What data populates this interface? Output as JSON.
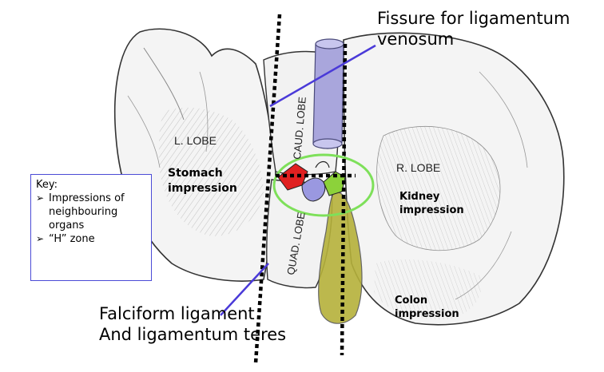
{
  "callouts": {
    "fissure_line1": "Fissure for ligamentum",
    "fissure_line2": "venosum",
    "falciform_line1": "Falciform ligament",
    "falciform_line2": "And ligamentum teres"
  },
  "lobes": {
    "left": "L. LOBE",
    "caudate": "CAUD. LOBE",
    "quadrate": "QUAD. LOBE",
    "right": "R. LOBE"
  },
  "impressions": {
    "stomach_1": "Stomach",
    "stomach_2": "impression",
    "kidney_1": "Kidney",
    "kidney_2": "impression",
    "colon_1": "Colon",
    "colon_2": "impression"
  },
  "key": {
    "title": "Key:",
    "items": [
      "Impressions of neighbouring organs",
      "“H” zone"
    ]
  },
  "colors": {
    "callout_line": "#4a3ad8",
    "ivc": "#a9a6dc",
    "gallbladder": "#b5b13a",
    "h_zone_circle": "#7ee05a",
    "key_border": "#4b4bd6"
  }
}
